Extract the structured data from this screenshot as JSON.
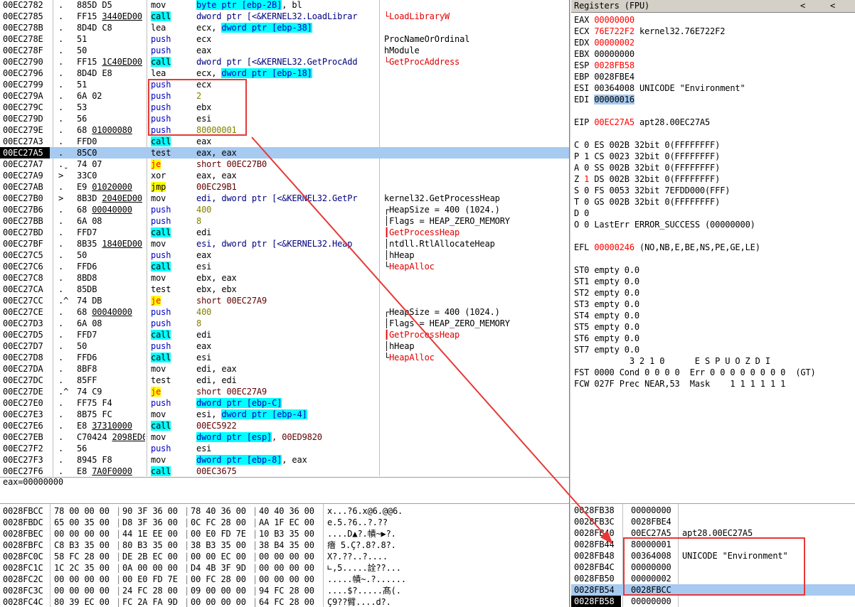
{
  "disasm": [
    {
      "addr": "00EC2782",
      "arrow": ".",
      "hex": "885D D5",
      "mn": "mov",
      "mnc": "",
      "op": [
        [
          "byte ptr [ebp-2B]",
          "mem"
        ],
        [
          ", bl",
          ""
        ]
      ],
      "cm": ""
    },
    {
      "addr": "00EC2785",
      "arrow": ".",
      "hex": "FF15 3440ED00",
      "mn": "call",
      "mnc": "call",
      "op": [
        [
          "dword ptr [<&KERNEL32.LoadLibrar",
          "navy"
        ]
      ],
      "cm": "LoadLibraryW",
      "cmc": "red"
    },
    {
      "addr": "00EC278B",
      "arrow": ".",
      "hex": "8D4D C8",
      "mn": "lea",
      "mnc": "",
      "op": [
        [
          "ecx, ",
          ""
        ],
        [
          "dword ptr [ebp-38]",
          "mem"
        ]
      ],
      "cm": ""
    },
    {
      "addr": "00EC278E",
      "arrow": ".",
      "hex": "51",
      "mn": "push",
      "mnc": "push",
      "op": [
        [
          "ecx",
          ""
        ]
      ],
      "cm": "ProcNameOrOrdinal"
    },
    {
      "addr": "00EC278F",
      "arrow": ".",
      "hex": "50",
      "mn": "push",
      "mnc": "push",
      "op": [
        [
          "eax",
          ""
        ]
      ],
      "cm": "hModule"
    },
    {
      "addr": "00EC2790",
      "arrow": ".",
      "hex": "FF15 1C40ED00",
      "mn": "call",
      "mnc": "call",
      "op": [
        [
          "dword ptr [<&KERNEL32.GetProcAdd",
          "navy"
        ]
      ],
      "cm": "GetProcAddress",
      "cmc": "red"
    },
    {
      "addr": "00EC2796",
      "arrow": ".",
      "hex": "8D4D E8",
      "mn": "lea",
      "mnc": "",
      "op": [
        [
          "ecx, ",
          ""
        ],
        [
          "dword ptr [ebp-18]",
          "mem"
        ]
      ],
      "cm": ""
    },
    {
      "addr": "00EC2799",
      "arrow": ".",
      "hex": "51",
      "mn": "push",
      "mnc": "push",
      "op": [
        [
          "ecx",
          ""
        ]
      ],
      "cm": ""
    },
    {
      "addr": "00EC279A",
      "arrow": ".",
      "hex": "6A 02",
      "mn": "push",
      "mnc": "push",
      "op": [
        [
          "2",
          "num"
        ]
      ],
      "cm": ""
    },
    {
      "addr": "00EC279C",
      "arrow": ".",
      "hex": "53",
      "mn": "push",
      "mnc": "push",
      "op": [
        [
          "ebx",
          ""
        ]
      ],
      "cm": ""
    },
    {
      "addr": "00EC279D",
      "arrow": ".",
      "hex": "56",
      "mn": "push",
      "mnc": "push",
      "op": [
        [
          "esi",
          ""
        ]
      ],
      "cm": ""
    },
    {
      "addr": "00EC279E",
      "arrow": ".",
      "hex": "68 01000080",
      "mn": "push",
      "mnc": "push",
      "op": [
        [
          "80000001",
          "num"
        ]
      ],
      "cm": ""
    },
    {
      "addr": "00EC27A3",
      "arrow": ".",
      "hex": "FFD0",
      "mn": "call",
      "mnc": "call",
      "op": [
        [
          "eax",
          ""
        ]
      ],
      "cm": ""
    },
    {
      "addr": "00EC27A5",
      "arrow": ".",
      "hex": "85C0",
      "mn": "test",
      "mnc": "",
      "op": [
        [
          "eax, eax",
          ""
        ]
      ],
      "cm": "",
      "sel": true
    },
    {
      "addr": "00EC27A7",
      "arrow": ".ˬ",
      "hex": "74 07",
      "mn": "je",
      "mnc": "jcc",
      "op": [
        [
          "short 00EC27B0",
          "dark"
        ]
      ],
      "cm": ""
    },
    {
      "addr": "00EC27A9",
      "arrow": ">",
      "hex": "33C0",
      "mn": "xor",
      "mnc": "",
      "op": [
        [
          "eax, eax",
          ""
        ]
      ],
      "cm": ""
    },
    {
      "addr": "00EC27AB",
      "arrow": ".",
      "hex": "E9 01020000",
      "mn": "jmp",
      "mnc": "jmp",
      "op": [
        [
          "00EC29B1",
          "dark"
        ]
      ],
      "cm": ""
    },
    {
      "addr": "00EC27B0",
      "arrow": ">",
      "hex": "8B3D 2040ED00",
      "mn": "mov",
      "mnc": "",
      "op": [
        [
          "edi, dword ptr [<&KERNEL32.GetPr",
          "navy"
        ]
      ],
      "cm": "kernel32.GetProcessHeap"
    },
    {
      "addr": "00EC27B6",
      "arrow": ".",
      "hex": "68 00040000",
      "mn": "push",
      "mnc": "push",
      "op": [
        [
          "400",
          "num"
        ]
      ],
      "cm": "HeapSize = 400 (1024.)",
      "br": "top"
    },
    {
      "addr": "00EC27BB",
      "arrow": ".",
      "hex": "6A 08",
      "mn": "push",
      "mnc": "push",
      "op": [
        [
          "8",
          "num"
        ]
      ],
      "cm": "Flags = HEAP_ZERO_MEMORY",
      "br": "mid"
    },
    {
      "addr": "00EC27BD",
      "arrow": ".",
      "hex": "FFD7",
      "mn": "call",
      "mnc": "call",
      "op": [
        [
          "edi",
          ""
        ]
      ],
      "cm": "GetProcessHeap",
      "cmc": "red",
      "br": "open"
    },
    {
      "addr": "00EC27BF",
      "arrow": ".",
      "hex": "8B35 1840ED00",
      "mn": "mov",
      "mnc": "",
      "op": [
        [
          "esi, dword ptr [<&KERNEL32.Heap",
          "navy"
        ]
      ],
      "cm": "ntdll.RtlAllocateHeap",
      "br": "mid"
    },
    {
      "addr": "00EC27C5",
      "arrow": ".",
      "hex": "50",
      "mn": "push",
      "mnc": "push",
      "op": [
        [
          "eax",
          ""
        ]
      ],
      "cm": "hHeap",
      "br": "mid"
    },
    {
      "addr": "00EC27C6",
      "arrow": ".",
      "hex": "FFD6",
      "mn": "call",
      "mnc": "call",
      "op": [
        [
          "esi",
          ""
        ]
      ],
      "cm": "HeapAlloc",
      "cmc": "red",
      "br": "end"
    },
    {
      "addr": "00EC27C8",
      "arrow": ".",
      "hex": "8BD8",
      "mn": "mov",
      "mnc": "",
      "op": [
        [
          "ebx, eax",
          ""
        ]
      ],
      "cm": ""
    },
    {
      "addr": "00EC27CA",
      "arrow": ".",
      "hex": "85DB",
      "mn": "test",
      "mnc": "",
      "op": [
        [
          "ebx, ebx",
          ""
        ]
      ],
      "cm": ""
    },
    {
      "addr": "00EC27CC",
      "arrow": ".^",
      "hex": "74 DB",
      "mn": "je",
      "mnc": "jcc",
      "op": [
        [
          "short 00EC27A9",
          "dark"
        ]
      ],
      "cm": ""
    },
    {
      "addr": "00EC27CE",
      "arrow": ".",
      "hex": "68 00040000",
      "mn": "push",
      "mnc": "push",
      "op": [
        [
          "400",
          "num"
        ]
      ],
      "cm": "HeapSize = 400 (1024.)",
      "br": "top"
    },
    {
      "addr": "00EC27D3",
      "arrow": ".",
      "hex": "6A 08",
      "mn": "push",
      "mnc": "push",
      "op": [
        [
          "8",
          "num"
        ]
      ],
      "cm": "Flags = HEAP_ZERO_MEMORY",
      "br": "mid"
    },
    {
      "addr": "00EC27D5",
      "arrow": ".",
      "hex": "FFD7",
      "mn": "call",
      "mnc": "call",
      "op": [
        [
          "edi",
          ""
        ]
      ],
      "cm": "GetProcessHeap",
      "cmc": "red",
      "br": "open"
    },
    {
      "addr": "00EC27D7",
      "arrow": ".",
      "hex": "50",
      "mn": "push",
      "mnc": "push",
      "op": [
        [
          "eax",
          ""
        ]
      ],
      "cm": "hHeap",
      "br": "mid"
    },
    {
      "addr": "00EC27D8",
      "arrow": ".",
      "hex": "FFD6",
      "mn": "call",
      "mnc": "call",
      "op": [
        [
          "esi",
          ""
        ]
      ],
      "cm": "HeapAlloc",
      "cmc": "red",
      "br": "end"
    },
    {
      "addr": "00EC27DA",
      "arrow": ".",
      "hex": "8BF8",
      "mn": "mov",
      "mnc": "",
      "op": [
        [
          "edi, eax",
          ""
        ]
      ],
      "cm": ""
    },
    {
      "addr": "00EC27DC",
      "arrow": ".",
      "hex": "85FF",
      "mn": "test",
      "mnc": "",
      "op": [
        [
          "edi, edi",
          ""
        ]
      ],
      "cm": ""
    },
    {
      "addr": "00EC27DE",
      "arrow": ".^",
      "hex": "74 C9",
      "mn": "je",
      "mnc": "jcc",
      "op": [
        [
          "short 00EC27A9",
          "dark"
        ]
      ],
      "cm": ""
    },
    {
      "addr": "00EC27E0",
      "arrow": ".",
      "hex": "FF75 F4",
      "mn": "push",
      "mnc": "push",
      "op": [
        [
          "dword ptr [ebp-C]",
          "mem"
        ]
      ],
      "cm": ""
    },
    {
      "addr": "00EC27E3",
      "arrow": ".",
      "hex": "8B75 FC",
      "mn": "mov",
      "mnc": "",
      "op": [
        [
          "esi, ",
          ""
        ],
        [
          "dword ptr [ebp-4]",
          "mem"
        ]
      ],
      "cm": ""
    },
    {
      "addr": "00EC27E6",
      "arrow": ".",
      "hex": "E8 37310000",
      "mn": "call",
      "mnc": "call",
      "op": [
        [
          "00EC5922",
          "dark"
        ]
      ],
      "cm": ""
    },
    {
      "addr": "00EC27EB",
      "arrow": ".",
      "hex": "C70424 2098ED00",
      "mn": "mov",
      "mnc": "",
      "op": [
        [
          "dword ptr [esp]",
          "mem"
        ],
        [
          ", 00ED9820",
          "dark"
        ]
      ],
      "cm": ""
    },
    {
      "addr": "00EC27F2",
      "arrow": ".",
      "hex": "56",
      "mn": "push",
      "mnc": "push",
      "op": [
        [
          "esi",
          ""
        ]
      ],
      "cm": ""
    },
    {
      "addr": "00EC27F3",
      "arrow": ".",
      "hex": "8945 F8",
      "mn": "mov",
      "mnc": "",
      "op": [
        [
          "dword ptr [ebp-8]",
          "mem"
        ],
        [
          ", eax",
          ""
        ]
      ],
      "cm": ""
    },
    {
      "addr": "00EC27F6",
      "arrow": ".",
      "hex": "E8 7A0F0000",
      "mn": "call",
      "mnc": "call",
      "op": [
        [
          "00EC3675",
          "dark"
        ]
      ],
      "cm": ""
    }
  ],
  "info_text": "eax=00000000",
  "registers": {
    "title": "Registers (FPU)",
    "nav_left": "<",
    "nav_right": "<",
    "lines": [
      {
        "t": "EAX",
        "v": "00000000",
        "vc": "red",
        "r": ""
      },
      {
        "t": "ECX",
        "v": "76E722F2",
        "vc": "red",
        "r": "kernel32.76E722F2"
      },
      {
        "t": "EDX",
        "v": "00000002",
        "vc": "red",
        "r": ""
      },
      {
        "t": "EBX",
        "v": "00000000",
        "vc": "",
        "r": ""
      },
      {
        "t": "ESP",
        "v": "0028FB58",
        "vc": "red",
        "r": ""
      },
      {
        "t": "EBP",
        "v": "0028FBE4",
        "vc": "",
        "r": ""
      },
      {
        "t": "ESI",
        "v": "00364008",
        "vc": "",
        "r": "UNICODE \"Environment\""
      },
      {
        "t": "EDI",
        "v": "00000016",
        "vc": "hl",
        "r": ""
      },
      {
        "t": "",
        "v": "",
        "vc": "",
        "r": ""
      },
      {
        "t": "EIP",
        "v": "00EC27A5",
        "vc": "red",
        "r": "apt28.00EC27A5"
      },
      {
        "t": "",
        "v": "",
        "vc": "",
        "r": ""
      },
      {
        "t": "C 0",
        "v": "ES 002B",
        "vc": "",
        "r": "32bit 0(FFFFFFFF)"
      },
      {
        "t": "P 1",
        "v": "CS 0023",
        "vc": "",
        "r": "32bit 0(FFFFFFFF)"
      },
      {
        "t": "A 0",
        "v": "SS 002B",
        "vc": "",
        "r": "32bit 0(FFFFFFFF)"
      },
      {
        "t": "Z 1",
        "v": "DS 002B",
        "vc": "",
        "r": "32bit 0(FFFFFFFF)",
        "tc": "z"
      },
      {
        "t": "S 0",
        "v": "FS 0053",
        "vc": "",
        "r": "32bit 7EFDD000(FFF)"
      },
      {
        "t": "T 0",
        "v": "GS 002B",
        "vc": "",
        "r": "32bit 0(FFFFFFFF)"
      },
      {
        "t": "D 0",
        "v": "",
        "vc": "",
        "r": ""
      },
      {
        "t": "O 0",
        "v": "LastErr",
        "vc": "",
        "r": "ERROR_SUCCESS (00000000)"
      },
      {
        "t": "",
        "v": "",
        "vc": "",
        "r": ""
      },
      {
        "t": "EFL",
        "v": "00000246",
        "vc": "red",
        "r": "(NO,NB,E,BE,NS,PE,GE,LE)"
      },
      {
        "t": "",
        "v": "",
        "vc": "",
        "r": ""
      },
      {
        "t": "ST0",
        "v": "empty",
        "vc": "",
        "r": "0.0"
      },
      {
        "t": "ST1",
        "v": "empty",
        "vc": "",
        "r": "0.0"
      },
      {
        "t": "ST2",
        "v": "empty",
        "vc": "",
        "r": "0.0"
      },
      {
        "t": "ST3",
        "v": "empty",
        "vc": "",
        "r": "0.0"
      },
      {
        "t": "ST4",
        "v": "empty",
        "vc": "",
        "r": "0.0"
      },
      {
        "t": "ST5",
        "v": "empty",
        "vc": "",
        "r": "0.0"
      },
      {
        "t": "ST6",
        "v": "empty",
        "vc": "",
        "r": "0.0"
      },
      {
        "t": "ST7",
        "v": "empty",
        "vc": "",
        "r": "0.0"
      },
      {
        "t": "",
        "v": "",
        "vc": "",
        "r": "           3 2 1 0      E S P U O Z D I"
      },
      {
        "t": "FST",
        "v": "0000",
        "vc": "",
        "r": "Cond 0 0 0 0  Err 0 0 0 0 0 0 0 0  (GT)"
      },
      {
        "t": "FCW",
        "v": "027F",
        "vc": "",
        "r": "Prec NEAR,53  Mask    1 1 1 1 1 1"
      }
    ]
  },
  "dump": [
    {
      "a": "0028FBCC",
      "h": "78 00 00 00|90 3F 36 00|78 40 36 00|40 40 36 00",
      "s": "x...?6.x@6.@@6."
    },
    {
      "a": "0028FBDC",
      "h": "65 00 35 00|D8 3F 36 00|0C FC 28 00|AA 1F EC 00",
      "s": "e.5.?6..?.??"
    },
    {
      "a": "0028FBEC",
      "h": "00 00 00 00|44 1E EE 00|00 E0 FD 7E|10 B3 35 00",
      "s": "....D▲?.幘~▶?."
    },
    {
      "a": "0028FBFC",
      "h": "C8 B3 35 00|80 B3 35 00|38 B3 35 00|38 B4 35 00",
      "s": "瘖 5.Ç?.8?.8?."
    },
    {
      "a": "0028FC0C",
      "h": "58 FC 28 00|DE 2B EC 00|00 00 EC 00|00 00 00 00",
      "s": "X?.??..?...."
    },
    {
      "a": "0028FC1C",
      "h": "1C 2C 35 00|0A 00 00 00|D4 4B 3F 9D|00 00 00 00",
      "s": "∟,5.....詮??..."
    },
    {
      "a": "0028FC2C",
      "h": "00 00 00 00|00 E0 FD 7E|00 FC 28 00|00 00 00 00",
      "s": ".....幘~.?......"
    },
    {
      "a": "0028FC3C",
      "h": "00 00 00 00|24 FC 28 00|09 00 00 00|94 FC 28 00",
      "s": "....$?.....髙(."
    },
    {
      "a": "0028FC4C",
      "h": "80 39 EC 00|FC 2A FA 9D|00 00 00 00|64 FC 28 00",
      "s": "Ç9??臂....d?."
    }
  ],
  "stack": [
    {
      "a": "0028FB38",
      "v": "00000000",
      "c": ""
    },
    {
      "a": "0028FB3C",
      "v": "0028FBE4",
      "c": ""
    },
    {
      "a": "0028FB40",
      "v": "00EC27A5",
      "c": "apt28.00EC27A5"
    },
    {
      "a": "0028FB44",
      "v": "80000001",
      "c": ""
    },
    {
      "a": "0028FB48",
      "v": "00364008",
      "c": "UNICODE \"Environment\""
    },
    {
      "a": "0028FB4C",
      "v": "00000000",
      "c": ""
    },
    {
      "a": "0028FB50",
      "v": "00000002",
      "c": ""
    },
    {
      "a": "0028FB54",
      "v": "0028FBCC",
      "c": "",
      "sel": true
    },
    {
      "a": "0028FB58",
      "v": "00000000",
      "c": "",
      "cur": true
    }
  ]
}
